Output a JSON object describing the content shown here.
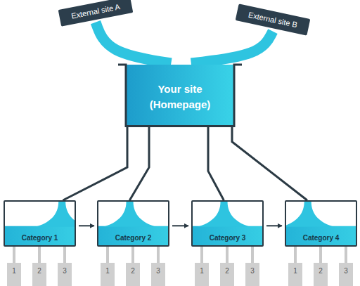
{
  "diagram": {
    "nodes": [
      {
        "text": [
          "External site A"
        ]
      },
      {
        "text": [
          "External site B"
        ]
      },
      {
        "text": [
          "Your site (Homepage)"
        ]
      },
      {
        "text": [
          "Category 1"
        ]
      },
      {
        "text": [
          "Category 2"
        ]
      },
      {
        "text": [
          "Category 3"
        ]
      },
      {
        "text": [
          "Category 4"
        ]
      },
      {
        "text": [
          "1"
        ]
      },
      {
        "text": [
          "2"
        ]
      },
      {
        "text": [
          "3"
        ]
      },
      {
        "text": [
          "1"
        ]
      },
      {
        "text": [
          "2"
        ]
      },
      {
        "text": [
          "3"
        ]
      },
      {
        "text": [
          "1"
        ]
      },
      {
        "text": [
          "2"
        ]
      },
      {
        "text": [
          "3"
        ]
      },
      {
        "text": [
          "1"
        ]
      },
      {
        "text": [
          "2"
        ]
      },
      {
        "text": [
          "3"
        ]
      }
    ],
    "edges": [
      {
        "from": 0,
        "to": 2,
        "arrow": "none"
      },
      {
        "from": 1,
        "to": 2,
        "arrow": "none"
      },
      {
        "from": 2,
        "to": 3,
        "arrow": "none"
      },
      {
        "from": 2,
        "to": 4,
        "arrow": "none"
      },
      {
        "from": 2,
        "to": 5,
        "arrow": "none"
      },
      {
        "from": 2,
        "to": 6,
        "arrow": "none"
      },
      {
        "from": 3,
        "to": 4,
        "arrow": "to"
      },
      {
        "from": 4,
        "to": 5,
        "arrow": "to"
      },
      {
        "from": 5,
        "to": 6,
        "arrow": "to"
      },
      {
        "from": 3,
        "to": 7,
        "arrow": "none"
      },
      {
        "from": 3,
        "to": 8,
        "arrow": "none"
      },
      {
        "from": 3,
        "to": 9,
        "arrow": "none"
      },
      {
        "from": 4,
        "to": 10,
        "arrow": "none"
      },
      {
        "from": 4,
        "to": 11,
        "arrow": "none"
      },
      {
        "from": 4,
        "to": 12,
        "arrow": "none"
      },
      {
        "from": 5,
        "to": 13,
        "arrow": "none"
      },
      {
        "from": 5,
        "to": 14,
        "arrow": "none"
      },
      {
        "from": 5,
        "to": 15,
        "arrow": "none"
      },
      {
        "from": 6,
        "to": 16,
        "arrow": "none"
      },
      {
        "from": 6,
        "to": 17,
        "arrow": "none"
      },
      {
        "from": 6,
        "to": 18,
        "arrow": "none"
      }
    ]
  }
}
